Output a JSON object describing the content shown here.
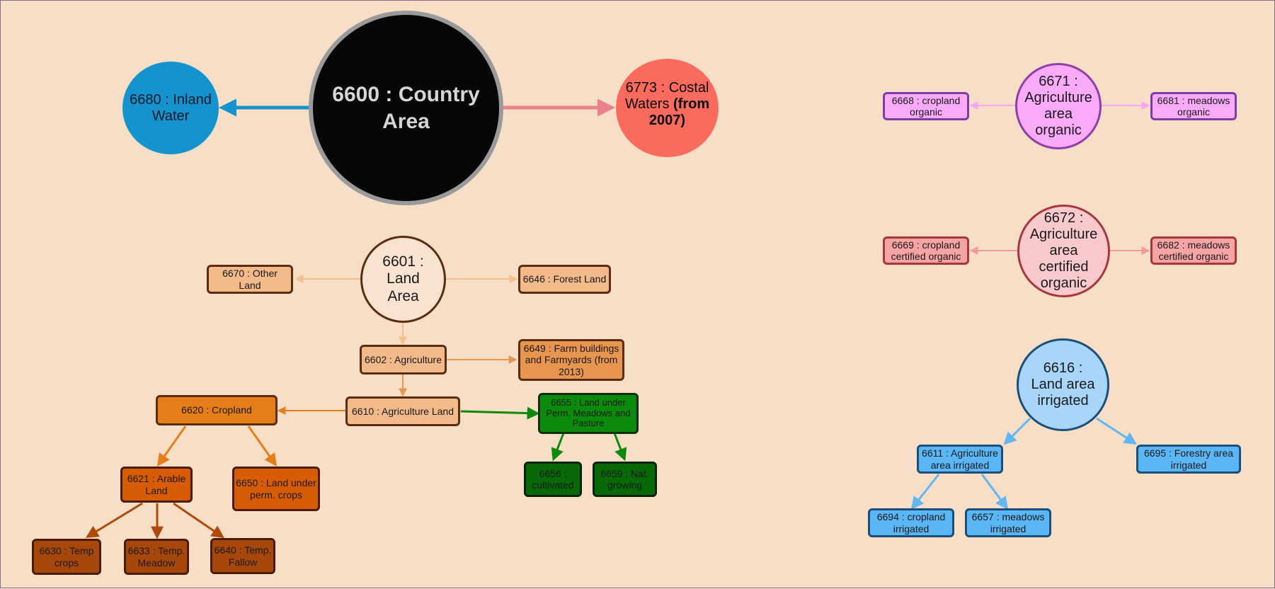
{
  "nodes": {
    "country_area": "6600 : Country Area",
    "inland_water": "6680 : Inland Water",
    "coastal_waters_a": "6773 : Costal Waters ",
    "coastal_waters_b": "(from 2007)",
    "land_area": "6601 : Land Area",
    "other_land": "6670 : Other Land",
    "forest_land": "6646 : Forest Land",
    "agriculture": "6602 : Agriculture",
    "farm_buildings": "6649 : Farm buildings and Farmyards (from 2013)",
    "agriculture_land": "6610 : Agriculture Land",
    "cropland": "6620 : Cropland",
    "perm_meadows": "6655 : Land under Perm. Meadows and Pasture",
    "arable_land": "6621 : Arable Land",
    "perm_crops": "6650 : Land under perm. crops",
    "cultivated": "6656 : cultivated",
    "nat_growing": "6659 : Nat. growing",
    "temp_crops": "6630 : Temp crops",
    "temp_meadow": "6633 : Temp. Meadow",
    "temp_fallow": "6640 : Temp. Fallow",
    "agri_organic": "6671 : Agriculture area organic",
    "cropland_organic": "6668 : cropland organic",
    "meadows_organic": "6681 : meadows organic",
    "agri_certified": "6672 : Agriculture area certified organic",
    "cropland_certified": "6669 : cropland certified organic",
    "meadows_certified": "6682 : meadows certified organic",
    "land_irrigated": "6616 : Land area irrigated",
    "agri_irrigated": "6611 : Agriculture area irrigated",
    "forestry_irrigated": "6695 : Forestry area irrigated",
    "cropland_irrigated": "6694 : cropland irrigated",
    "meadows_irrigated": "6657 : meadows irrigated"
  },
  "colors": {
    "background": "#f7dec6",
    "country_fill": "#070707",
    "country_border": "#9a9a9a",
    "inland_water": "#1593cf",
    "coastal_waters": "#fa6b5d",
    "land_tan": "#f2b98a",
    "agri_orange": "#e8954f",
    "cropland_orange": "#e57d19",
    "arable_orange": "#d85c06",
    "temp_brown": "#a7470c",
    "green": "#0b8a0b",
    "dark_green": "#086908",
    "organic_fill": "#f9aaf9",
    "organic_border": "#8f3fa8",
    "certified_fill": "#f5a3a5",
    "certified_border": "#a8363c",
    "irrigated_fill": "#5bb6f5",
    "irrigated_border": "#1b4e7a"
  }
}
